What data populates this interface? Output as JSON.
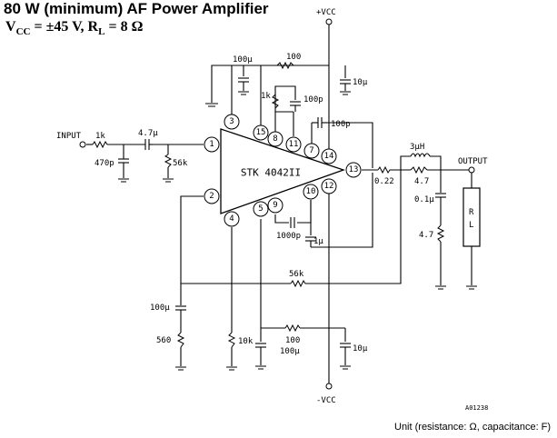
{
  "title": "80 W (minimum) AF Power Amplifier",
  "subtitle": {
    "vcc": "V",
    "vcc_sub": "CC",
    "vcc_val": " = ±45 V, R",
    "rl_sub": "L",
    "rl_val": " = 8 Ω"
  },
  "rails": {
    "vcc_pos": "+VCC",
    "vcc_neg": "-VCC"
  },
  "chip": {
    "name": "STK 4042II"
  },
  "pins": [
    "1",
    "2",
    "3",
    "4",
    "5",
    "8",
    "9",
    "10",
    "11",
    "12",
    "13",
    "14",
    "15",
    "7"
  ],
  "labels": {
    "input": "INPUT",
    "in_res": "1k",
    "in_cap": "4.7μ",
    "cap_470p": "470p",
    "res_56k_in": "56k",
    "cap_100u_top": "100μ",
    "res_100_top": "100",
    "cap_10u_top": "10μ",
    "res_1k": "1k",
    "cap_100p_a": "100p",
    "cap_100p_b": "100p",
    "coil": "3μH",
    "output": "OUTPUT",
    "res_022": "0.22",
    "res_47_a": "4.7",
    "cap_01u": "0.1μ",
    "res_47_b": "4.7",
    "rl": "R",
    "rl_sub": "L",
    "cap_1000p": "1000p",
    "cap_1u": "1μ",
    "res_56k_fb": "56k",
    "cap_100u_fb": "100μ",
    "res_560": "560",
    "res_10k": "10k",
    "res_100_bot": "100",
    "cap_100u_bot": "100μ",
    "cap_10u_bot": "10μ",
    "code": "A01238"
  },
  "footnote": "Unit (resistance: Ω, capacitance: F)"
}
